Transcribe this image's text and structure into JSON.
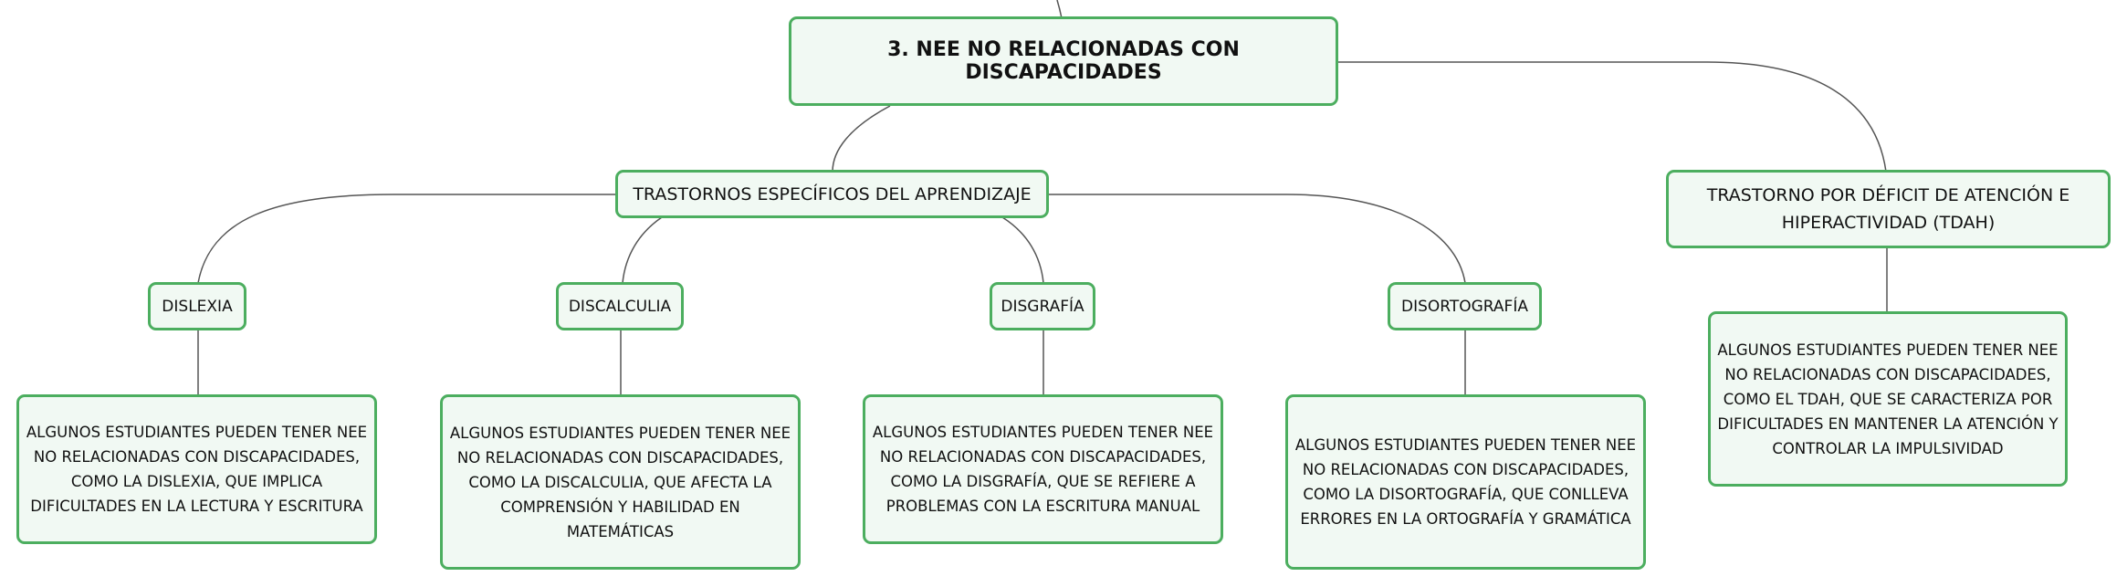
{
  "root": {
    "label": "3. NEE NO RELACIONADAS CON DISCAPACIDADES"
  },
  "tea": {
    "label": "TRASTORNOS ESPECÍFICOS DEL APRENDIZAJE"
  },
  "tdah": {
    "label": "TRASTORNO POR DÉFICIT DE ATENCIÓN E HIPERACTIVIDAD (TDAH)"
  },
  "leaves": [
    {
      "label": "DISLEXIA",
      "description": "ALGUNOS ESTUDIANTES PUEDEN TENER NEE NO RELACIONADAS CON DISCAPACIDADES, COMO LA DISLEXIA, QUE IMPLICA DIFICULTADES EN LA LECTURA Y ESCRITURA"
    },
    {
      "label": "DISCALCULIA",
      "description": "ALGUNOS ESTUDIANTES PUEDEN TENER NEE NO RELACIONADAS CON DISCAPACIDADES, COMO LA DISCALCULIA, QUE AFECTA LA COMPRENSIÓN Y HABILIDAD EN MATEMÁTICAS"
    },
    {
      "label": "DISGRAFÍA",
      "description": "ALGUNOS ESTUDIANTES PUEDEN TENER NEE NO RELACIONADAS CON DISCAPACIDADES, COMO LA DISGRAFÍA, QUE SE REFIERE A PROBLEMAS CON LA ESCRITURA MANUAL"
    },
    {
      "label": "DISORTOGRAFÍA",
      "description": "ALGUNOS ESTUDIANTES PUEDEN TENER NEE NO RELACIONADAS CON DISCAPACIDADES, COMO LA DISORTOGRAFÍA, QUE CONLLEVA ERRORES EN LA ORTOGRAFÍA Y GRAMÁTICA"
    }
  ],
  "tdah_description": "ALGUNOS ESTUDIANTES PUEDEN TENER NEE NO RELACIONADAS CON DISCAPACIDADES, COMO EL TDAH, QUE SE CARACTERIZA POR DIFICULTADES EN MANTENER LA ATENCIÓN Y CONTROLAR LA IMPULSIVIDAD",
  "colors": {
    "border": "#4cae5f",
    "fill": "#f1f9f3",
    "connector": "#555555"
  }
}
